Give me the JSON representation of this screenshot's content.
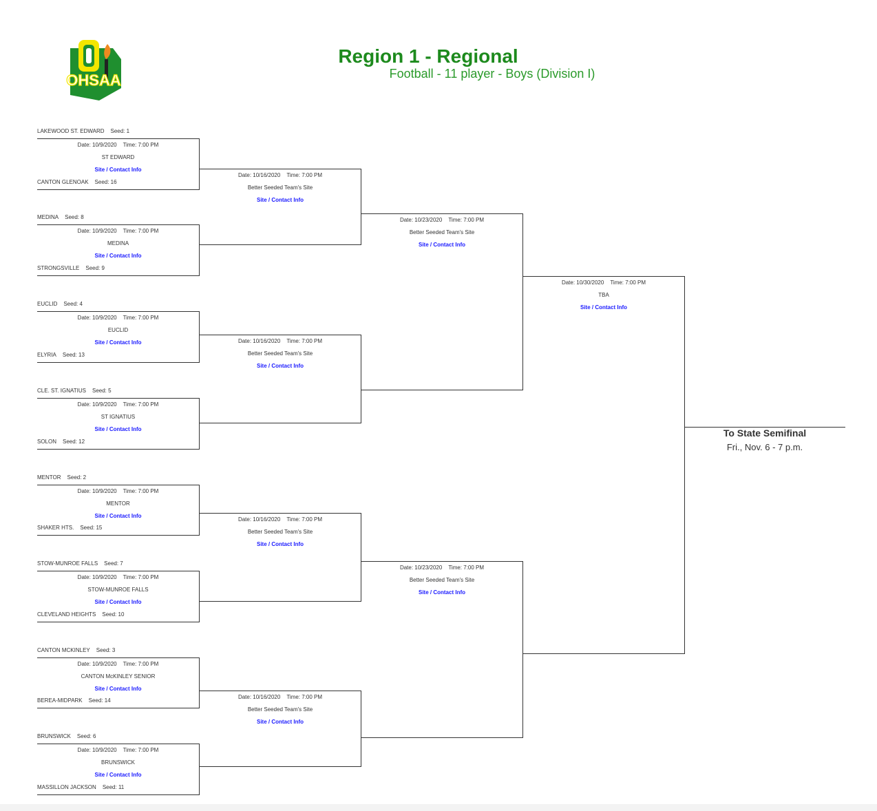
{
  "header": {
    "title": "Region 1 - Regional",
    "subtitle": "Football - 11 player - Boys (Division I)",
    "logo_text": "OHSAA"
  },
  "colors": {
    "title": "#1d8a1d",
    "link": "#1a1aff",
    "line": "#333333"
  },
  "round1": [
    {
      "team_a": "LAKEWOOD ST. EDWARD",
      "seed_a": "Seed: 1",
      "team_b": "CANTON GLENOAK",
      "seed_b": "Seed: 16",
      "date": "Date: 10/9/2020",
      "time": "Time: 7:00 PM",
      "site": "ST EDWARD",
      "link": "Site / Contact Info"
    },
    {
      "team_a": "MEDINA",
      "seed_a": "Seed: 8",
      "team_b": "STRONGSVILLE",
      "seed_b": "Seed: 9",
      "date": "Date: 10/9/2020",
      "time": "Time: 7:00 PM",
      "site": "MEDINA",
      "link": "Site / Contact Info"
    },
    {
      "team_a": "EUCLID",
      "seed_a": "Seed: 4",
      "team_b": "ELYRIA",
      "seed_b": "Seed: 13",
      "date": "Date: 10/9/2020",
      "time": "Time: 7:00 PM",
      "site": "EUCLID",
      "link": "Site / Contact Info"
    },
    {
      "team_a": "CLE. ST. IGNATIUS",
      "seed_a": "Seed: 5",
      "team_b": "SOLON",
      "seed_b": "Seed: 12",
      "date": "Date: 10/9/2020",
      "time": "Time: 7:00 PM",
      "site": "ST IGNATIUS",
      "link": "Site / Contact Info"
    },
    {
      "team_a": "MENTOR",
      "seed_a": "Seed: 2",
      "team_b": "SHAKER HTS.",
      "seed_b": "Seed: 15",
      "date": "Date: 10/9/2020",
      "time": "Time: 7:00 PM",
      "site": "MENTOR",
      "link": "Site / Contact Info"
    },
    {
      "team_a": "STOW-MUNROE FALLS",
      "seed_a": "Seed: 7",
      "team_b": "CLEVELAND HEIGHTS",
      "seed_b": "Seed: 10",
      "date": "Date: 10/9/2020",
      "time": "Time: 7:00 PM",
      "site": "STOW-MUNROE FALLS",
      "link": "Site / Contact Info"
    },
    {
      "team_a": "CANTON MCKINLEY",
      "seed_a": "Seed: 3",
      "team_b": "BEREA-MIDPARK",
      "seed_b": "Seed: 14",
      "date": "Date: 10/9/2020",
      "time": "Time: 7:00 PM",
      "site": "CANTON McKINLEY SENIOR",
      "link": "Site / Contact Info"
    },
    {
      "team_a": "BRUNSWICK",
      "seed_a": "Seed: 6",
      "team_b": "MASSILLON JACKSON",
      "seed_b": "Seed: 11",
      "date": "Date: 10/9/2020",
      "time": "Time: 7:00 PM",
      "site": "BRUNSWICK",
      "link": "Site / Contact Info"
    }
  ],
  "round2": [
    {
      "date": "Date: 10/16/2020",
      "time": "Time: 7:00 PM",
      "site": "Better Seeded Team's Site",
      "link": "Site / Contact Info"
    },
    {
      "date": "Date: 10/16/2020",
      "time": "Time: 7:00 PM",
      "site": "Better Seeded Team's Site",
      "link": "Site / Contact Info"
    },
    {
      "date": "Date: 10/16/2020",
      "time": "Time: 7:00 PM",
      "site": "Better Seeded Team's Site",
      "link": "Site / Contact Info"
    },
    {
      "date": "Date: 10/16/2020",
      "time": "Time: 7:00 PM",
      "site": "Better Seeded Team's Site",
      "link": "Site / Contact Info"
    }
  ],
  "round3": [
    {
      "date": "Date: 10/23/2020",
      "time": "Time: 7:00 PM",
      "site": "Better Seeded Team's Site",
      "link": "Site / Contact Info"
    },
    {
      "date": "Date: 10/23/2020",
      "time": "Time: 7:00 PM",
      "site": "Better Seeded Team's Site",
      "link": "Site / Contact Info"
    }
  ],
  "round4": [
    {
      "date": "Date: 10/30/2020",
      "time": "Time: 7:00 PM",
      "site": "TBA",
      "link": "Site / Contact Info"
    }
  ],
  "final": {
    "label": "To State Semifinal",
    "date": "Fri., Nov. 6 - 7 p.m."
  }
}
